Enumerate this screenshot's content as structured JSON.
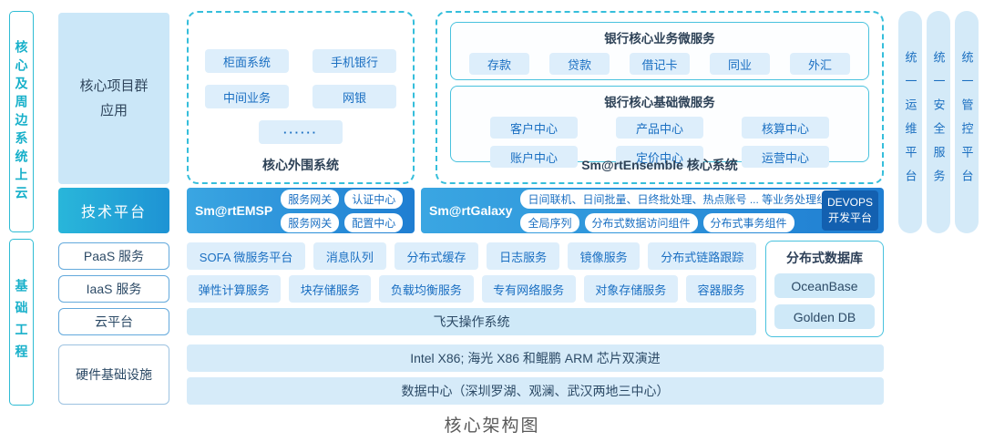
{
  "caption": "核心架构图",
  "colors": {
    "cyan_accent": "#2fbcd4",
    "blue_text": "#1a6fc2",
    "light_blue_fill": "#d6ebf9",
    "gradient_blue_start": "#3aa6e2",
    "gradient_blue_end": "#1f7ed2",
    "devops_blue": "#1360b0",
    "dark_text": "#2c4a66"
  },
  "rails": {
    "left": [
      {
        "label": "核心及周边系统上云"
      },
      {
        "label": "基础工程"
      }
    ],
    "right": [
      {
        "label": "统一运维平台"
      },
      {
        "label": "统一安全服务"
      },
      {
        "label": "统一管控平台"
      }
    ]
  },
  "sidebar": {
    "core_apps_line1": "核心项目群",
    "core_apps_line2": "应用",
    "tech_platform": "技术平台",
    "paas": "PaaS 服务",
    "iaas": "IaaS 服务",
    "cloud": "云平台",
    "hardware": "硬件基础设施"
  },
  "peripheral": {
    "caption": "核心外围系统",
    "items": [
      "柜面系统",
      "手机银行",
      "中间业务",
      "网银"
    ],
    "ellipsis": "······"
  },
  "ensemble": {
    "caption": "Sm@rtEnsemble 核心系统",
    "business": {
      "title": "银行核心业务微服务",
      "items": [
        "存款",
        "贷款",
        "借记卡",
        "同业",
        "外汇"
      ]
    },
    "base": {
      "title": "银行核心基础微服务",
      "items": [
        "客户中心",
        "产品中心",
        "核算中心",
        "账户中心",
        "定价中心",
        "运营中心"
      ]
    }
  },
  "tech": {
    "emsp": {
      "name": "Sm@rtEMSP",
      "row1": [
        "服务网关",
        "认证中心"
      ],
      "row2": [
        "服务网关",
        "配置中心"
      ]
    },
    "galaxy": {
      "name": "Sm@rtGalaxy",
      "top_component": "日间联机、日间批量、日终批处理、热点账号 ... 等业务处理组件",
      "components": [
        "全局序列",
        "分布式数据访问组件",
        "分布式事务组件"
      ],
      "devops_line1": "DEVOPS",
      "devops_line2": "开发平台"
    }
  },
  "infra": {
    "paas_items": [
      "SOFA 微服务平台",
      "消息队列",
      "分布式缓存",
      "日志服务",
      "镜像服务",
      "分布式链路跟踪"
    ],
    "iaas_items": [
      "弹性计算服务",
      "块存储服务",
      "负载均衡服务",
      "专有网络服务",
      "对象存储服务",
      "容器服务"
    ],
    "cloud_os": "飞天操作系统",
    "database": {
      "title": "分布式数据库",
      "items": [
        "OceanBase",
        "Golden DB"
      ]
    }
  },
  "hardware": {
    "bars": [
      "Intel X86; 海光 X86 和鲲鹏 ARM 芯片双演进",
      "数据中心（深圳罗湖、观澜、武汉两地三中心）"
    ]
  }
}
